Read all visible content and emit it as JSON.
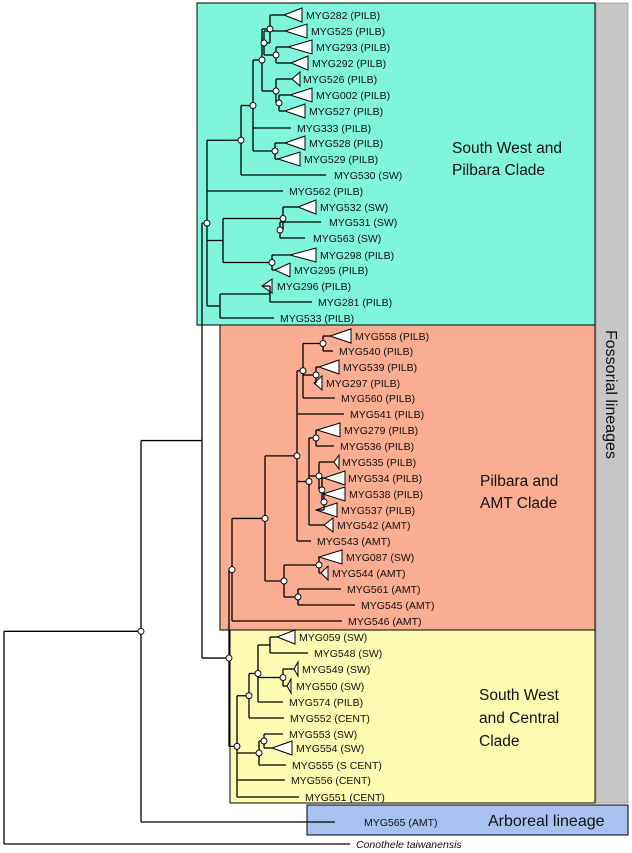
{
  "colors": {
    "sw_pilbara": "#7ff5dc",
    "pilbara_amt": "#fbad92",
    "sw_central": "#fefbb2",
    "arboreal": "#a8c1f1",
    "fossorial_bar": "#c6c6c6"
  },
  "labels": {
    "fossorial": "Fossorial lineages",
    "arboreal": "Arboreal lineage",
    "outgroup": "Conothele taiwanensis"
  },
  "clades": [
    {
      "id": "swp",
      "lines": [
        "South West and",
        "Pilbara Clade"
      ]
    },
    {
      "id": "pa",
      "lines": [
        "Pilbara and",
        "AMT Clade"
      ]
    },
    {
      "id": "swc",
      "lines": [
        "South West",
        "and Central",
        "Clade"
      ]
    }
  ],
  "tips": [
    "MYG282 (PILB)",
    "MYG525 (PILB)",
    "MYG293 (PILB)",
    "MYG292 (PILB)",
    "MYG526 (PILB)",
    "MYG002 (PILB)",
    "MYG527 (PILB)",
    "MYG333 (PILB)",
    "MYG528 (PILB)",
    "MYG529 (PILB)",
    "MYG530 (SW)",
    "MYG562 (PILB)",
    "MYG532 (SW)",
    "MYG531 (SW)",
    "MYG563 (SW)",
    "MYG298 (PILB)",
    "MYG295 (PILB)",
    "MYG296 (PILB)",
    "MYG281 (PILB)",
    "MYG533 (PILB)",
    "MYG558 (PILB)",
    "MYG540 (PILB)",
    "MYG539 (PILB)",
    "MYG297 (PILB)",
    "MYG560 (PILB)",
    "MYG541 (PILB)",
    "MYG279 (PILB)",
    "MYG536 (PILB)",
    "MYG535 (PILB)",
    "MYG534 (PILB)",
    "MYG538 (PILB)",
    "MYG537 (PILB)",
    "MYG542 (AMT)",
    "MYG543 (AMT)",
    "MYG087 (SW)",
    "MYG544 (AMT)",
    "MYG561 (AMT)",
    "MYG545 (AMT)",
    "MYG546 (AMT)",
    "MYG059 (SW)",
    "MYG548 (SW)",
    "MYG549 (SW)",
    "MYG550 (SW)",
    "MYG574 (PILB)",
    "MYG552 (CENT)",
    "MYG553 (SW)",
    "MYG554 (SW)",
    "MYG555 (S CENT)",
    "MYG556 (CENT)",
    "MYG551 (CENT)",
    "MYG565 (AMT)"
  ]
}
